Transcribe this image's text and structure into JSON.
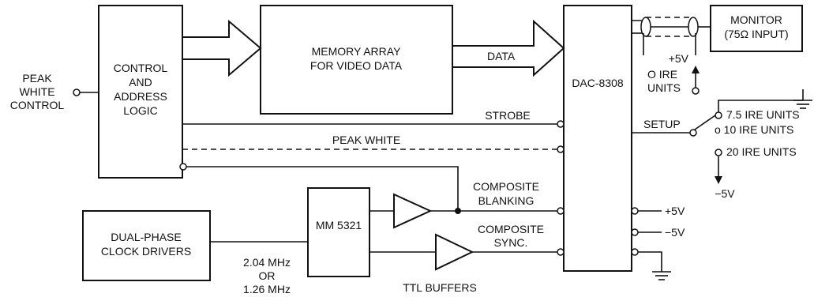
{
  "blocks": {
    "control_logic": [
      "CONTROL",
      "AND",
      "ADDRESS",
      "LOGIC"
    ],
    "memory_array": [
      "MEMORY ARRAY",
      "FOR VIDEO DATA"
    ],
    "dac": "DAC-8308",
    "monitor": [
      "MONITOR",
      "(75Ω INPUT)"
    ],
    "mm5321": "MM 5321",
    "clock_drivers": [
      "DUAL-PHASE",
      "CLOCK DRIVERS"
    ]
  },
  "signals": {
    "peak_white_control": [
      "PEAK",
      "WHITE",
      "CONTROL"
    ],
    "data": "DATA",
    "strobe": "STROBE",
    "peak_white": "PEAK WHITE",
    "composite_blanking": [
      "COMPOSITE",
      "BLANKING"
    ],
    "composite_sync": [
      "COMPOSITE",
      "SYNC."
    ],
    "setup": "SETUP",
    "clock_freq": [
      "2.04 MHz",
      "OR",
      "1.26 MHz"
    ],
    "ttl_buffers": "TTL BUFFERS"
  },
  "setup_options": {
    "zero_ire": [
      "O IRE",
      "UNITS"
    ],
    "plus_5v": "+5V",
    "opt_75": "7.5 IRE UNITS",
    "opt_10": "o 10 IRE UNITS",
    "opt_20": "20 IRE UNITS",
    "minus_5v": "−5V"
  },
  "supply_labels": {
    "plus_5v": "+5V",
    "minus_5v": "−5V"
  }
}
